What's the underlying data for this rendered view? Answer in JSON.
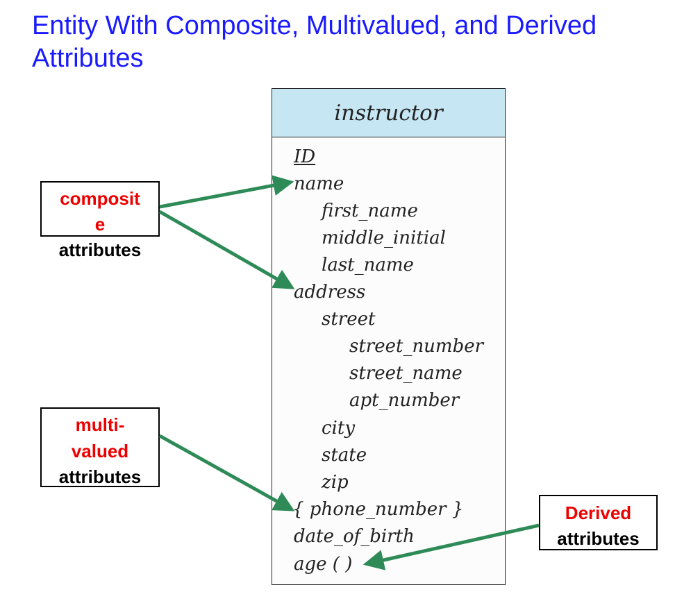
{
  "title": "Entity With Composite, Multivalued, and Derived Attributes",
  "entity": {
    "name": "instructor",
    "attributes": {
      "id": "ID",
      "name": "name",
      "first_name": "first_name",
      "middle_initial": "middle_initial",
      "last_name": "last_name",
      "address": "address",
      "street": "street",
      "street_number": "street_number",
      "street_name": "street_name",
      "apt_number": "apt_number",
      "city": "city",
      "state": "state",
      "zip": "zip",
      "phone_number": "{ phone_number }",
      "date_of_birth": "date_of_birth",
      "age": "age ( )"
    }
  },
  "labels": {
    "composite": {
      "line1": "composit",
      "line2": "e",
      "line3": "attributes"
    },
    "multivalued": {
      "line1": "multi-",
      "line2": "valued",
      "line3": "attributes"
    },
    "derived": {
      "line1": "Derived",
      "line2": "attributes"
    }
  },
  "colors": {
    "title": "#1a1aff",
    "header_fill": "#c5e6f2",
    "arrow": "#2e8b57",
    "label_red": "#ee0000"
  }
}
